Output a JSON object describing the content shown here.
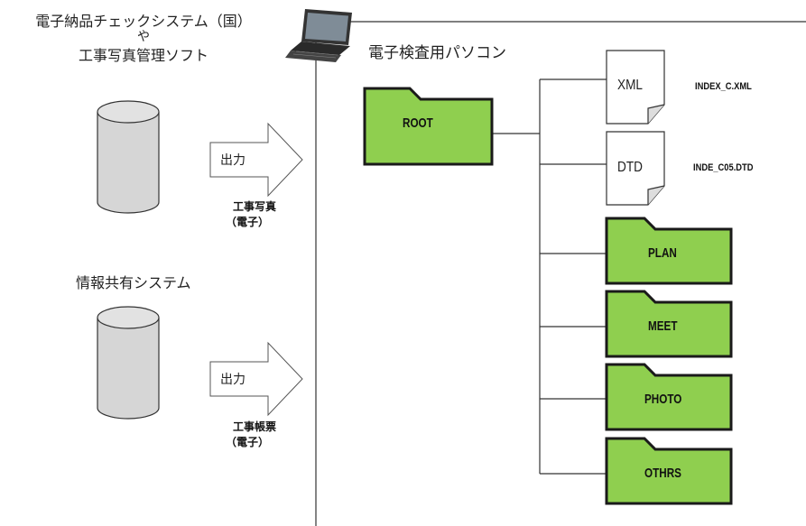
{
  "left": {
    "system1_title_line1": "電子納品チェックシステム（国）",
    "system1_title_line2": "や",
    "system1_title_line3": "工事写真管理ソフト",
    "output_label_1": "出力",
    "output_desc_1_line1": "工事写真",
    "output_desc_1_line2": "（電子）",
    "system2_title": "情報共有システム",
    "output_label_2": "出力",
    "output_desc_2_line1": "工事帳票",
    "output_desc_2_line2": "（電子）"
  },
  "pc": {
    "title": "電子検査用パソコン"
  },
  "tree": {
    "root": "ROOT",
    "files": [
      {
        "type": "XML",
        "name": "INDEX_C.XML"
      },
      {
        "type": "DTD",
        "name": "INDE_C05.DTD"
      }
    ],
    "folders": [
      "PLAN",
      "MEET",
      "PHOTO",
      "OTHRS"
    ]
  },
  "colors": {
    "folder_fill": "#8fcf4f",
    "folder_stroke": "#1a1a1a",
    "cylinder_fill": "#d6d6d6"
  }
}
